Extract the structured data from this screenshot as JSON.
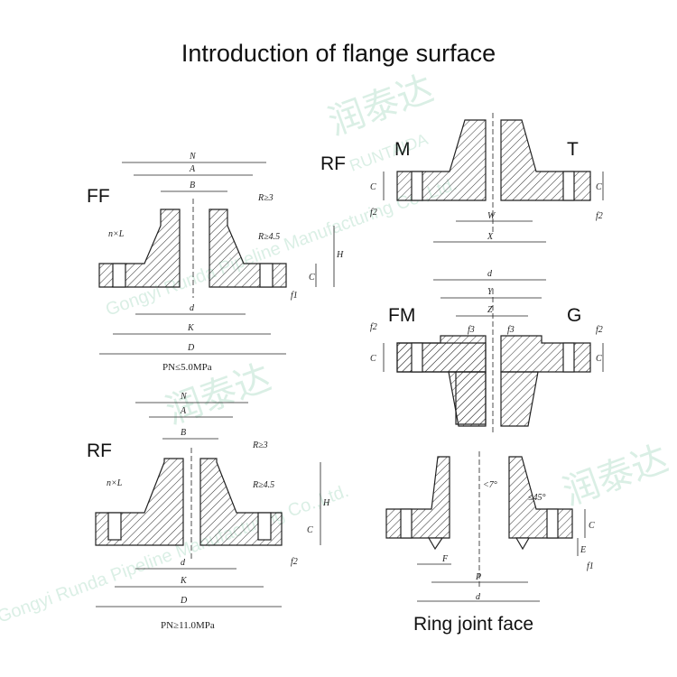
{
  "title": "Introduction of flange surface",
  "labels": {
    "ff": "FF",
    "rf_top": "RF",
    "rf_bottom": "RF",
    "m": "M",
    "t": "T",
    "fm": "FM",
    "g": "G",
    "ring": "Ring joint face"
  },
  "captions": {
    "pn_low": "PN≤5.0MPa",
    "pn_high": "PN≥11.0MPa"
  },
  "dims": {
    "N": "N",
    "A": "A",
    "B": "B",
    "R3": "R≥3",
    "R45": "R≥4.5",
    "nL": "n×L",
    "H": "H",
    "C": "C",
    "f1": "f1",
    "f2": "f2",
    "f3": "f3",
    "d": "d",
    "K": "K",
    "D": "D",
    "W": "W",
    "X": "X",
    "Y": "Y",
    "Z": "Z",
    "F": "F",
    "P": "P",
    "E": "E",
    "a7": "<7°",
    "a45": "≤45°"
  },
  "watermark": {
    "brand_cn": "润泰达",
    "brand_en": "RUNTAIDA",
    "line1": "Gongyi Runda Pipeline Manufacturing Co.,Ltd.",
    "reg": "®"
  },
  "colors": {
    "ink": "#222222",
    "watermark": "#3aa872"
  }
}
